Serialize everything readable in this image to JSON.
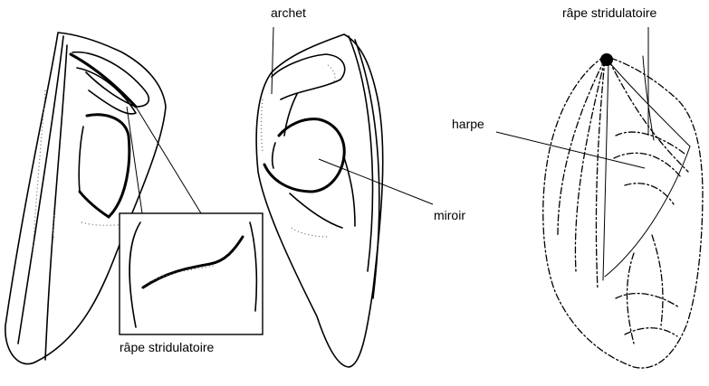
{
  "labels": {
    "archet": "archet",
    "miroir": "miroir",
    "harpe": "harpe",
    "rape_top": "râpe stridulatoire",
    "rape_bottom": "râpe stridulatoire"
  },
  "colors": {
    "ink": "#000000",
    "background": "#ffffff",
    "stipple": "#666666"
  }
}
